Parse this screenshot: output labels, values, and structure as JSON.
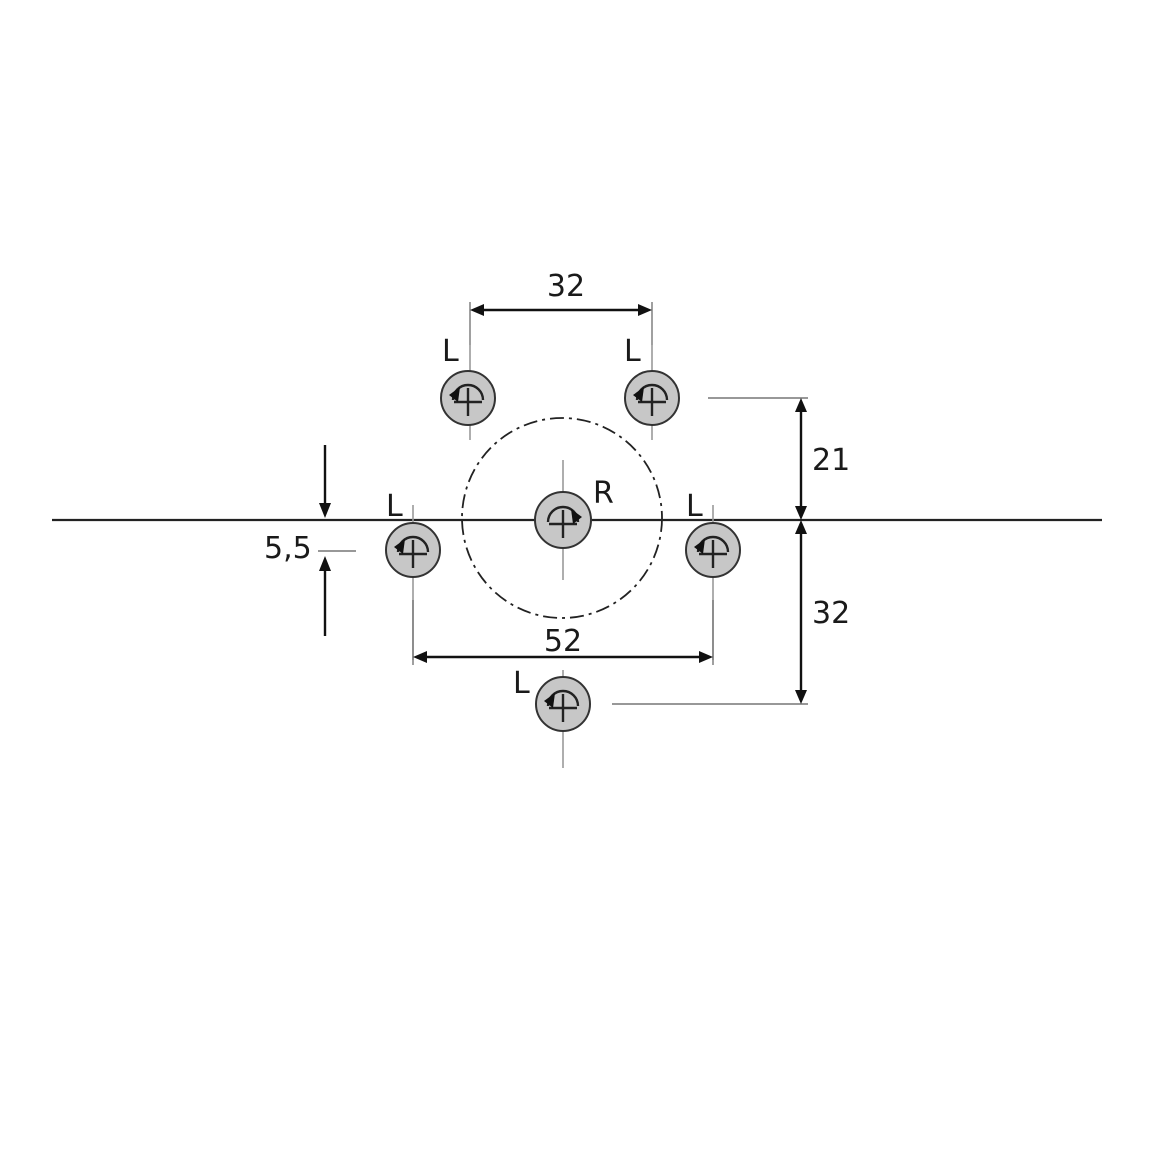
{
  "holes": [
    {
      "id": "top-left",
      "label": "L"
    },
    {
      "id": "top-right",
      "label": "L"
    },
    {
      "id": "mid-left",
      "label": "L"
    },
    {
      "id": "center",
      "label": "R"
    },
    {
      "id": "mid-right",
      "label": "L"
    },
    {
      "id": "bottom",
      "label": "L"
    }
  ],
  "dimensions": {
    "top_spacing": "32",
    "side_spacing": "52",
    "upper_offset": "21",
    "lower_offset": "32",
    "edge_offset": "5,5"
  },
  "colors": {
    "hole_fill": "#c7c7c7",
    "line": "#222222",
    "centerline": "#9a9a9a"
  }
}
